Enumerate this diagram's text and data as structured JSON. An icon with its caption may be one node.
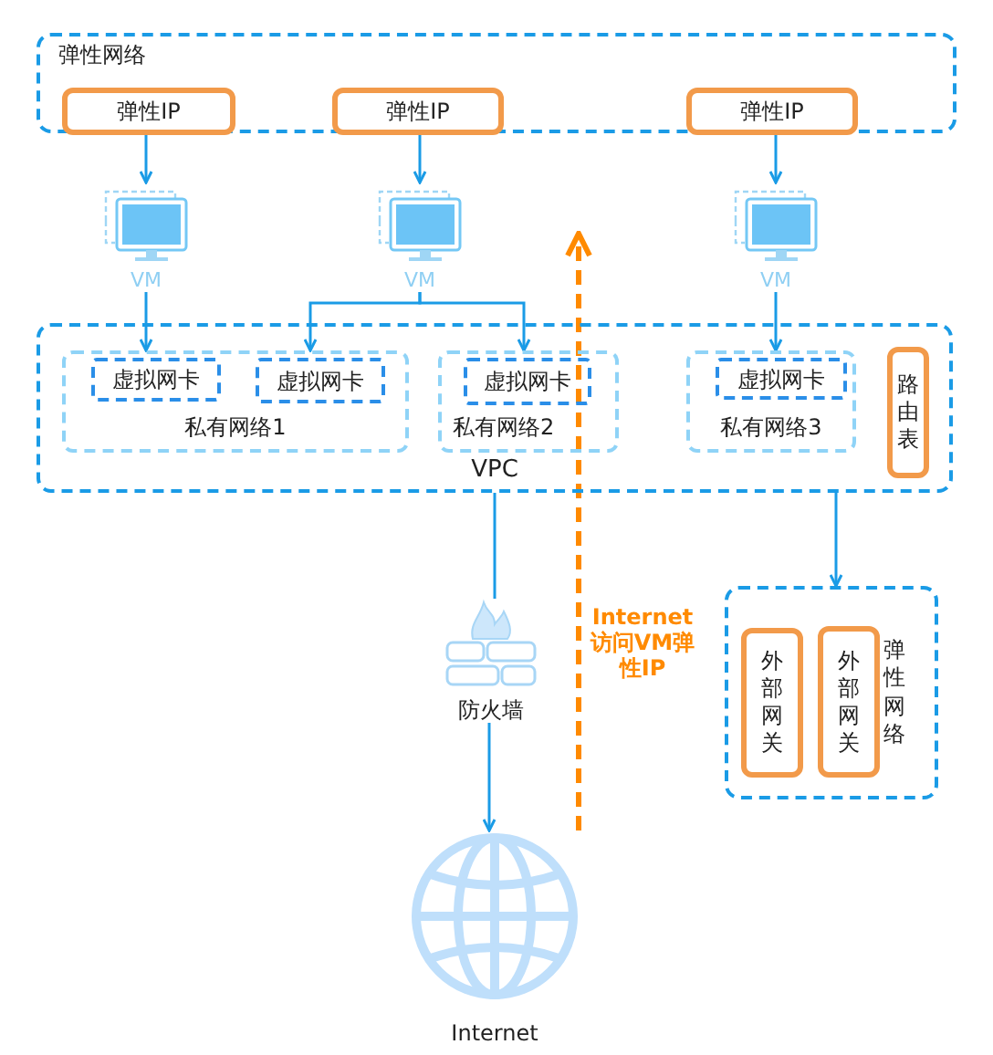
{
  "diagram": {
    "nodes": [
      {
        "text": [
          "弹性网络"
        ]
      },
      {
        "text": [
          "弹性IP"
        ],
        "in": 0
      },
      {
        "text": [
          "弹性IP"
        ],
        "in": 0
      },
      {
        "text": [
          "弹性IP"
        ],
        "in": 0
      },
      {
        "text": [
          "VM"
        ]
      },
      {
        "text": [
          "VM"
        ]
      },
      {
        "text": [
          "VM"
        ]
      },
      {
        "text": [
          "VPC"
        ]
      },
      {
        "text": [
          "私有网络1"
        ],
        "in": 7
      },
      {
        "text": [
          "虚拟网卡"
        ],
        "in": 8
      },
      {
        "text": [
          "虚拟网卡"
        ],
        "in": 8
      },
      {
        "text": [
          "私有网络2"
        ],
        "in": 7
      },
      {
        "text": [
          "虚拟网卡"
        ],
        "in": 11
      },
      {
        "text": [
          "私有网络3"
        ],
        "in": 7
      },
      {
        "text": [
          "虚拟网卡"
        ],
        "in": 13
      },
      {
        "text": [
          "路由表"
        ],
        "in": 7
      },
      {
        "text": [
          "防火墙"
        ]
      },
      {
        "text": [
          "Internet"
        ]
      },
      {
        "text": [
          "弹性网络"
        ]
      },
      {
        "text": [
          "外部网关"
        ],
        "in": 18
      },
      {
        "text": [
          "外部网关"
        ],
        "in": 18
      }
    ],
    "edges": [
      {
        "from": 1,
        "to": 4,
        "arrow": "to"
      },
      {
        "from": 2,
        "to": 5,
        "arrow": "to"
      },
      {
        "from": 3,
        "to": 6,
        "arrow": "to"
      },
      {
        "from": 4,
        "to": 9,
        "arrow": "to"
      },
      {
        "from": 5,
        "to": 10,
        "arrow": "to"
      },
      {
        "from": 5,
        "to": 12,
        "arrow": "to"
      },
      {
        "from": 6,
        "to": 14,
        "arrow": "to"
      },
      {
        "from": 7,
        "to": 16,
        "arrow": "none"
      },
      {
        "from": 16,
        "to": 17,
        "arrow": "to"
      },
      {
        "from": 7,
        "to": 18,
        "arrow": "to"
      },
      {
        "from": 17,
        "to": null,
        "arrow": "to",
        "label": "Internet访问VM弹性IP",
        "style": "dashed",
        "color": "#ff8a00"
      }
    ]
  }
}
